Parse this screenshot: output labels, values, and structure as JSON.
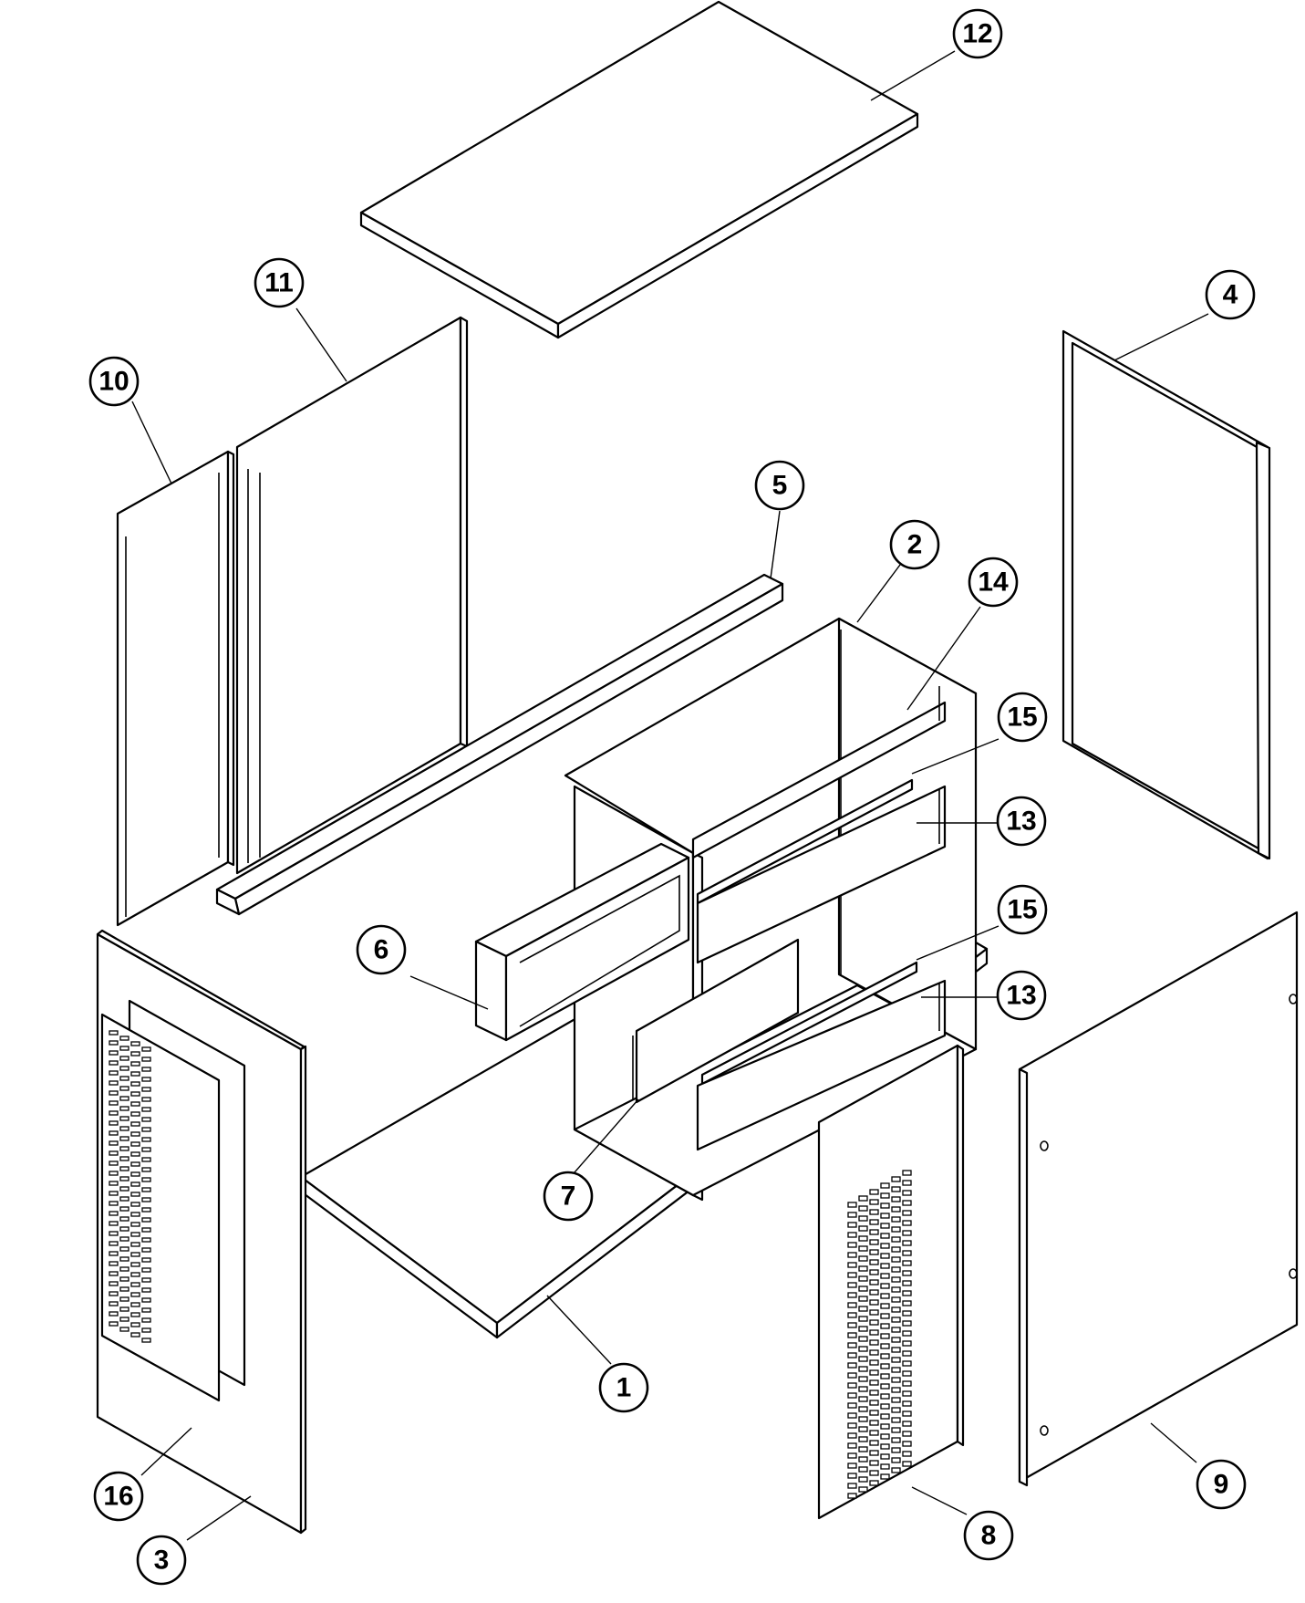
{
  "callouts": [
    {
      "id": "c12",
      "label": "12"
    },
    {
      "id": "c11",
      "label": "11"
    },
    {
      "id": "c10",
      "label": "10"
    },
    {
      "id": "c4",
      "label": "4"
    },
    {
      "id": "c5",
      "label": "5"
    },
    {
      "id": "c2",
      "label": "2"
    },
    {
      "id": "c14",
      "label": "14"
    },
    {
      "id": "c15a",
      "label": "15"
    },
    {
      "id": "c13a",
      "label": "13"
    },
    {
      "id": "c15b",
      "label": "15"
    },
    {
      "id": "c13b",
      "label": "13"
    },
    {
      "id": "c6",
      "label": "6"
    },
    {
      "id": "c7",
      "label": "7"
    },
    {
      "id": "c1",
      "label": "1"
    },
    {
      "id": "c16",
      "label": "16"
    },
    {
      "id": "c3",
      "label": "3"
    },
    {
      "id": "c8",
      "label": "8"
    },
    {
      "id": "c9",
      "label": "9"
    }
  ]
}
